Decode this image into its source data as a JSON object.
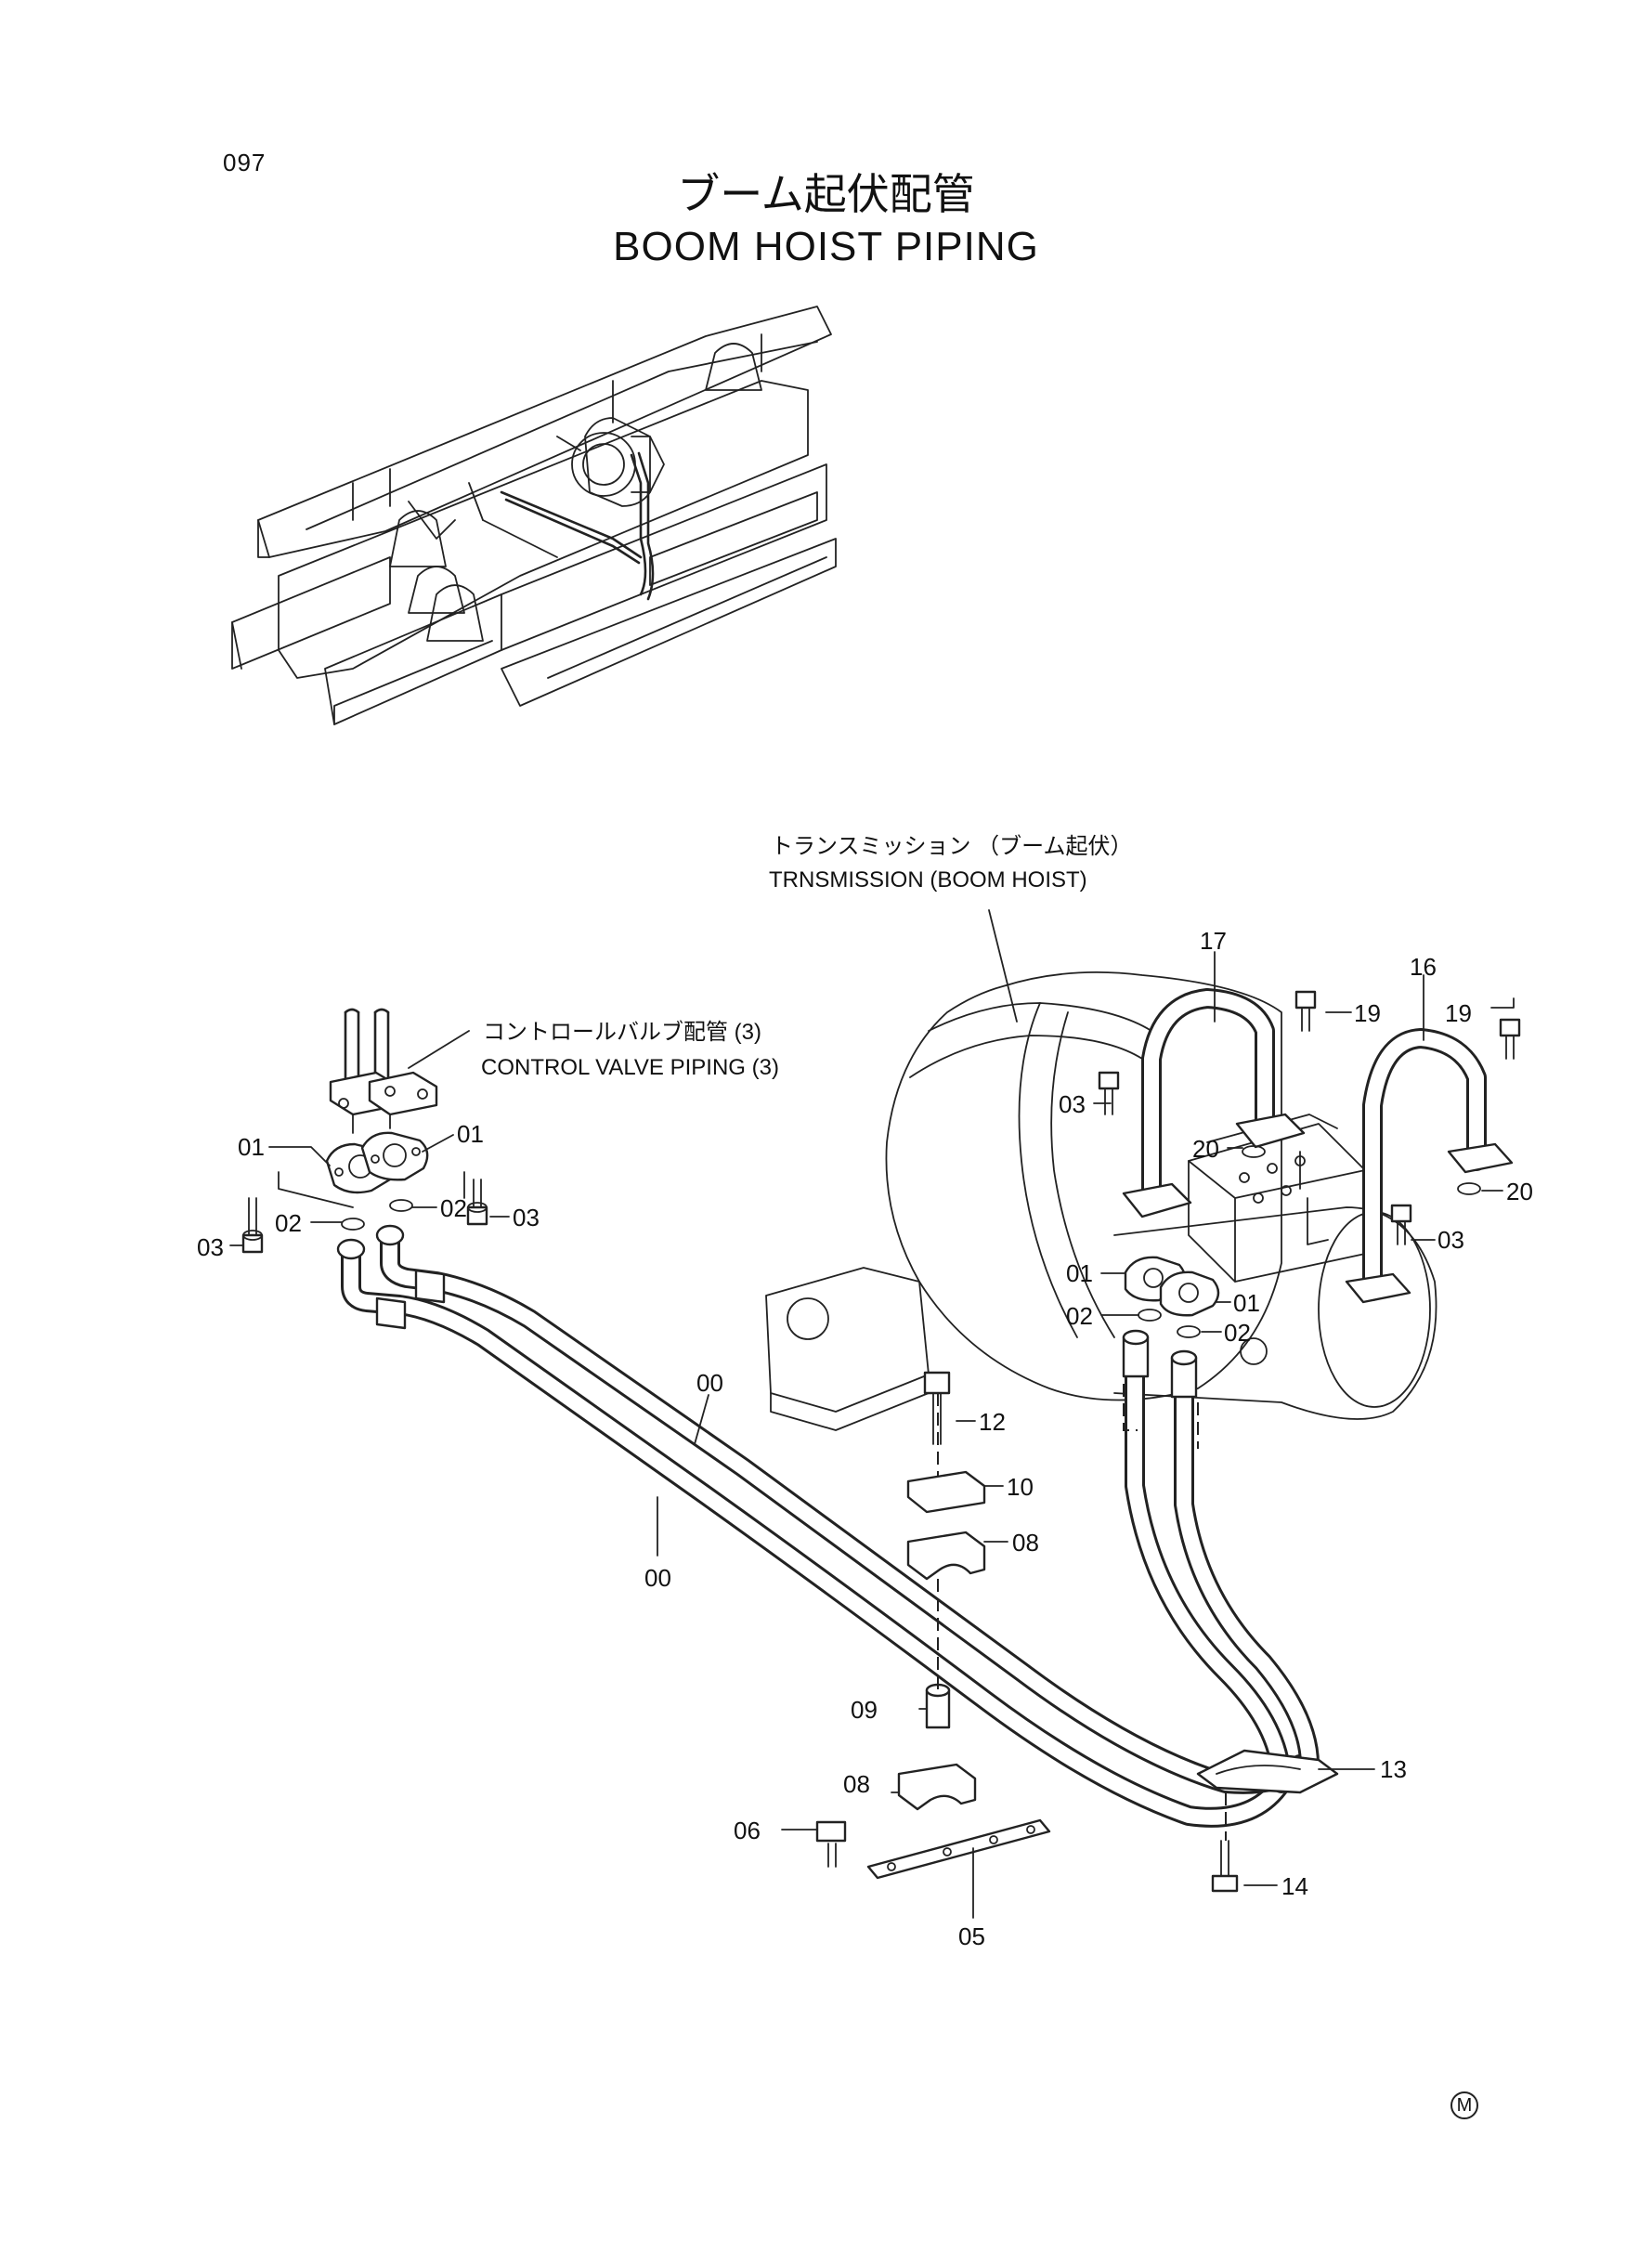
{
  "page_number": "097",
  "title": {
    "japanese": "ブーム起伏配管",
    "english": "BOOM HOIST PIPING"
  },
  "notes": {
    "transmission_jp": "トランスミッション （ブーム起伏）",
    "transmission_en": "TRNSMISSION (BOOM HOIST)",
    "control_valve_jp": "コントロールバルブ配管 (3)",
    "control_valve_en": "CONTROL VALVE PIPING (3)"
  },
  "callouts": [
    {
      "id": "c17",
      "label": "17"
    },
    {
      "id": "c16",
      "label": "16"
    },
    {
      "id": "c19a",
      "label": "19"
    },
    {
      "id": "c19b",
      "label": "19"
    },
    {
      "id": "c03a",
      "label": "03"
    },
    {
      "id": "c20a",
      "label": "20"
    },
    {
      "id": "c20b",
      "label": "20"
    },
    {
      "id": "c03b",
      "label": "03"
    },
    {
      "id": "c01a",
      "label": "01"
    },
    {
      "id": "c01b",
      "label": "01"
    },
    {
      "id": "c02a",
      "label": "02"
    },
    {
      "id": "c02b",
      "label": "02"
    },
    {
      "id": "c01c",
      "label": "01"
    },
    {
      "id": "c01d",
      "label": "01"
    },
    {
      "id": "c02c",
      "label": "02"
    },
    {
      "id": "c02d",
      "label": "02"
    },
    {
      "id": "c03c",
      "label": "03"
    },
    {
      "id": "c03d",
      "label": "03"
    },
    {
      "id": "c00a",
      "label": "00"
    },
    {
      "id": "c00b",
      "label": "00"
    },
    {
      "id": "c12",
      "label": "12"
    },
    {
      "id": "c10",
      "label": "10"
    },
    {
      "id": "c08a",
      "label": "08"
    },
    {
      "id": "c09",
      "label": "09"
    },
    {
      "id": "c08b",
      "label": "08"
    },
    {
      "id": "c06",
      "label": "06"
    },
    {
      "id": "c05",
      "label": "05"
    },
    {
      "id": "c13",
      "label": "13"
    },
    {
      "id": "c14",
      "label": "14"
    }
  ],
  "corner_mark": "M"
}
